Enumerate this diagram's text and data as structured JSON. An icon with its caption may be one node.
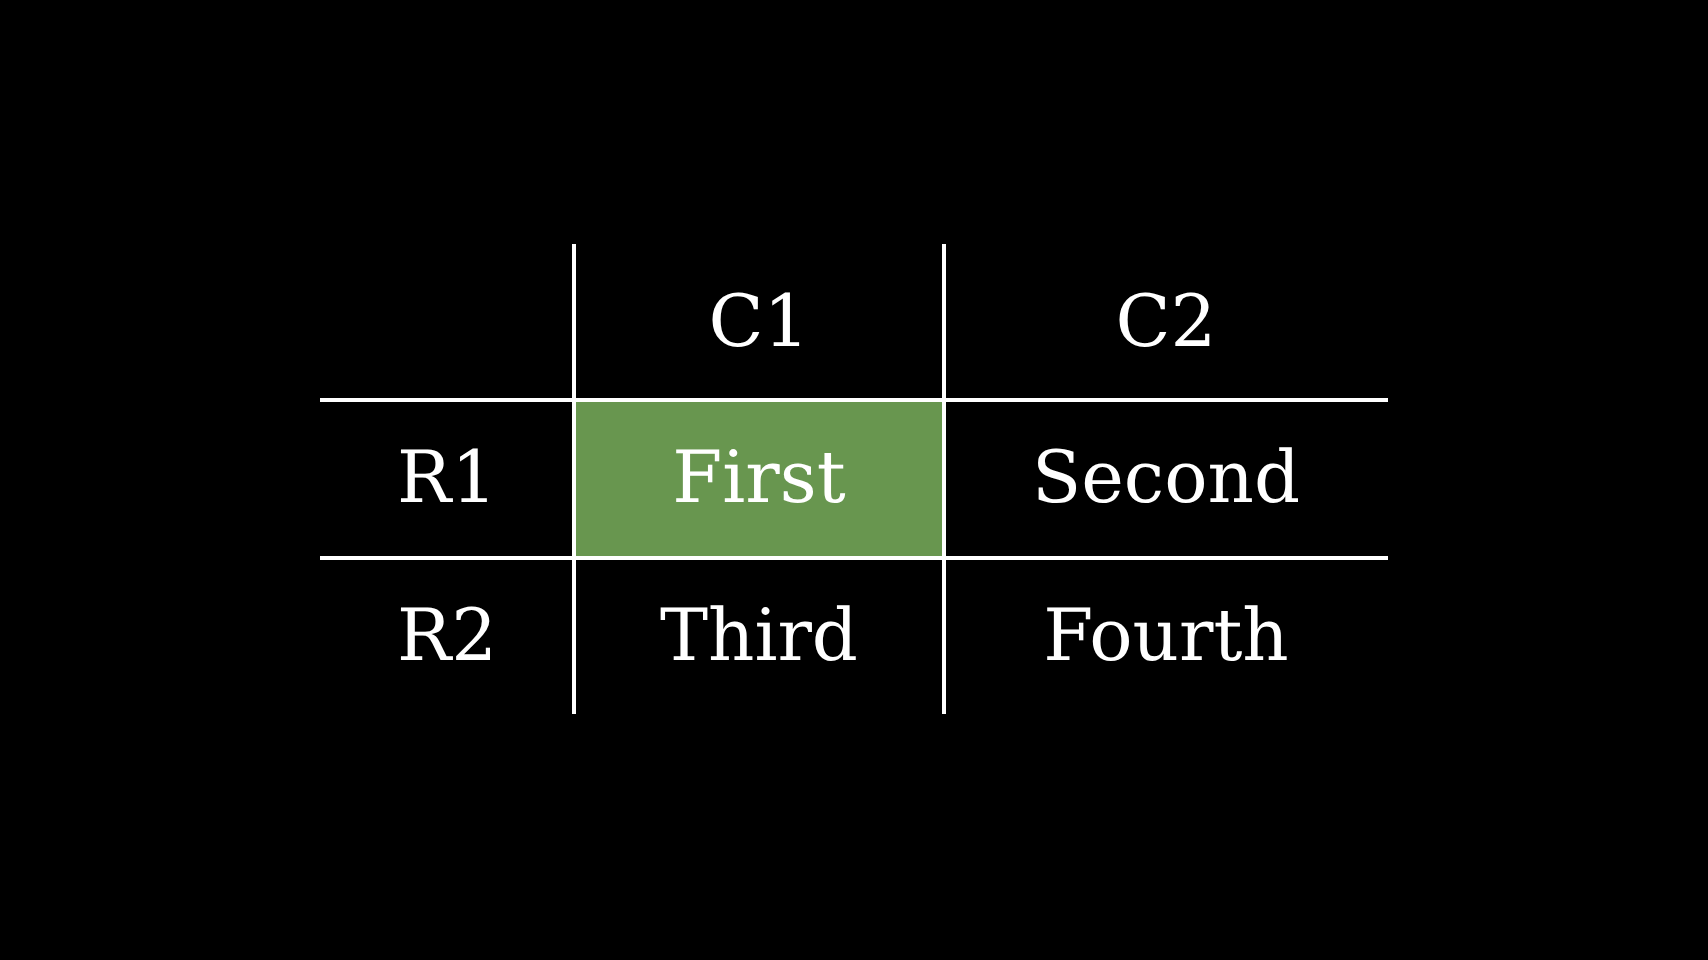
{
  "diagram": {
    "labels": [
      "C1",
      "C2",
      "R1",
      "First",
      "Second",
      "R2",
      "Third",
      "Fourth"
    ]
  }
}
